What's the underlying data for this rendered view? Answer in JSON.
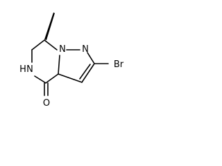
{
  "molecule": {
    "atoms": {
      "n_ring": "N",
      "n_pyrazole": "N",
      "n_amide": "N",
      "h_amide": "H",
      "oxygen": "O",
      "bromine": "Br"
    }
  }
}
